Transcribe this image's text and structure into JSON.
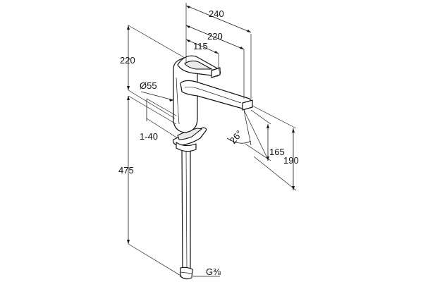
{
  "labels": {
    "dim_240": "240",
    "dim_220_top": "220",
    "dim_115": "115",
    "dim_220_left": "220",
    "dim_d55": "Ø55",
    "dim_1_40": "1-40",
    "dim_475": "475",
    "dim_26deg": "26°",
    "dim_165": "165",
    "dim_190": "190",
    "thread": "G⅜"
  },
  "colors": {
    "line": "#111111",
    "fill": "#ffffff",
    "shade": "#e9e9e9"
  }
}
